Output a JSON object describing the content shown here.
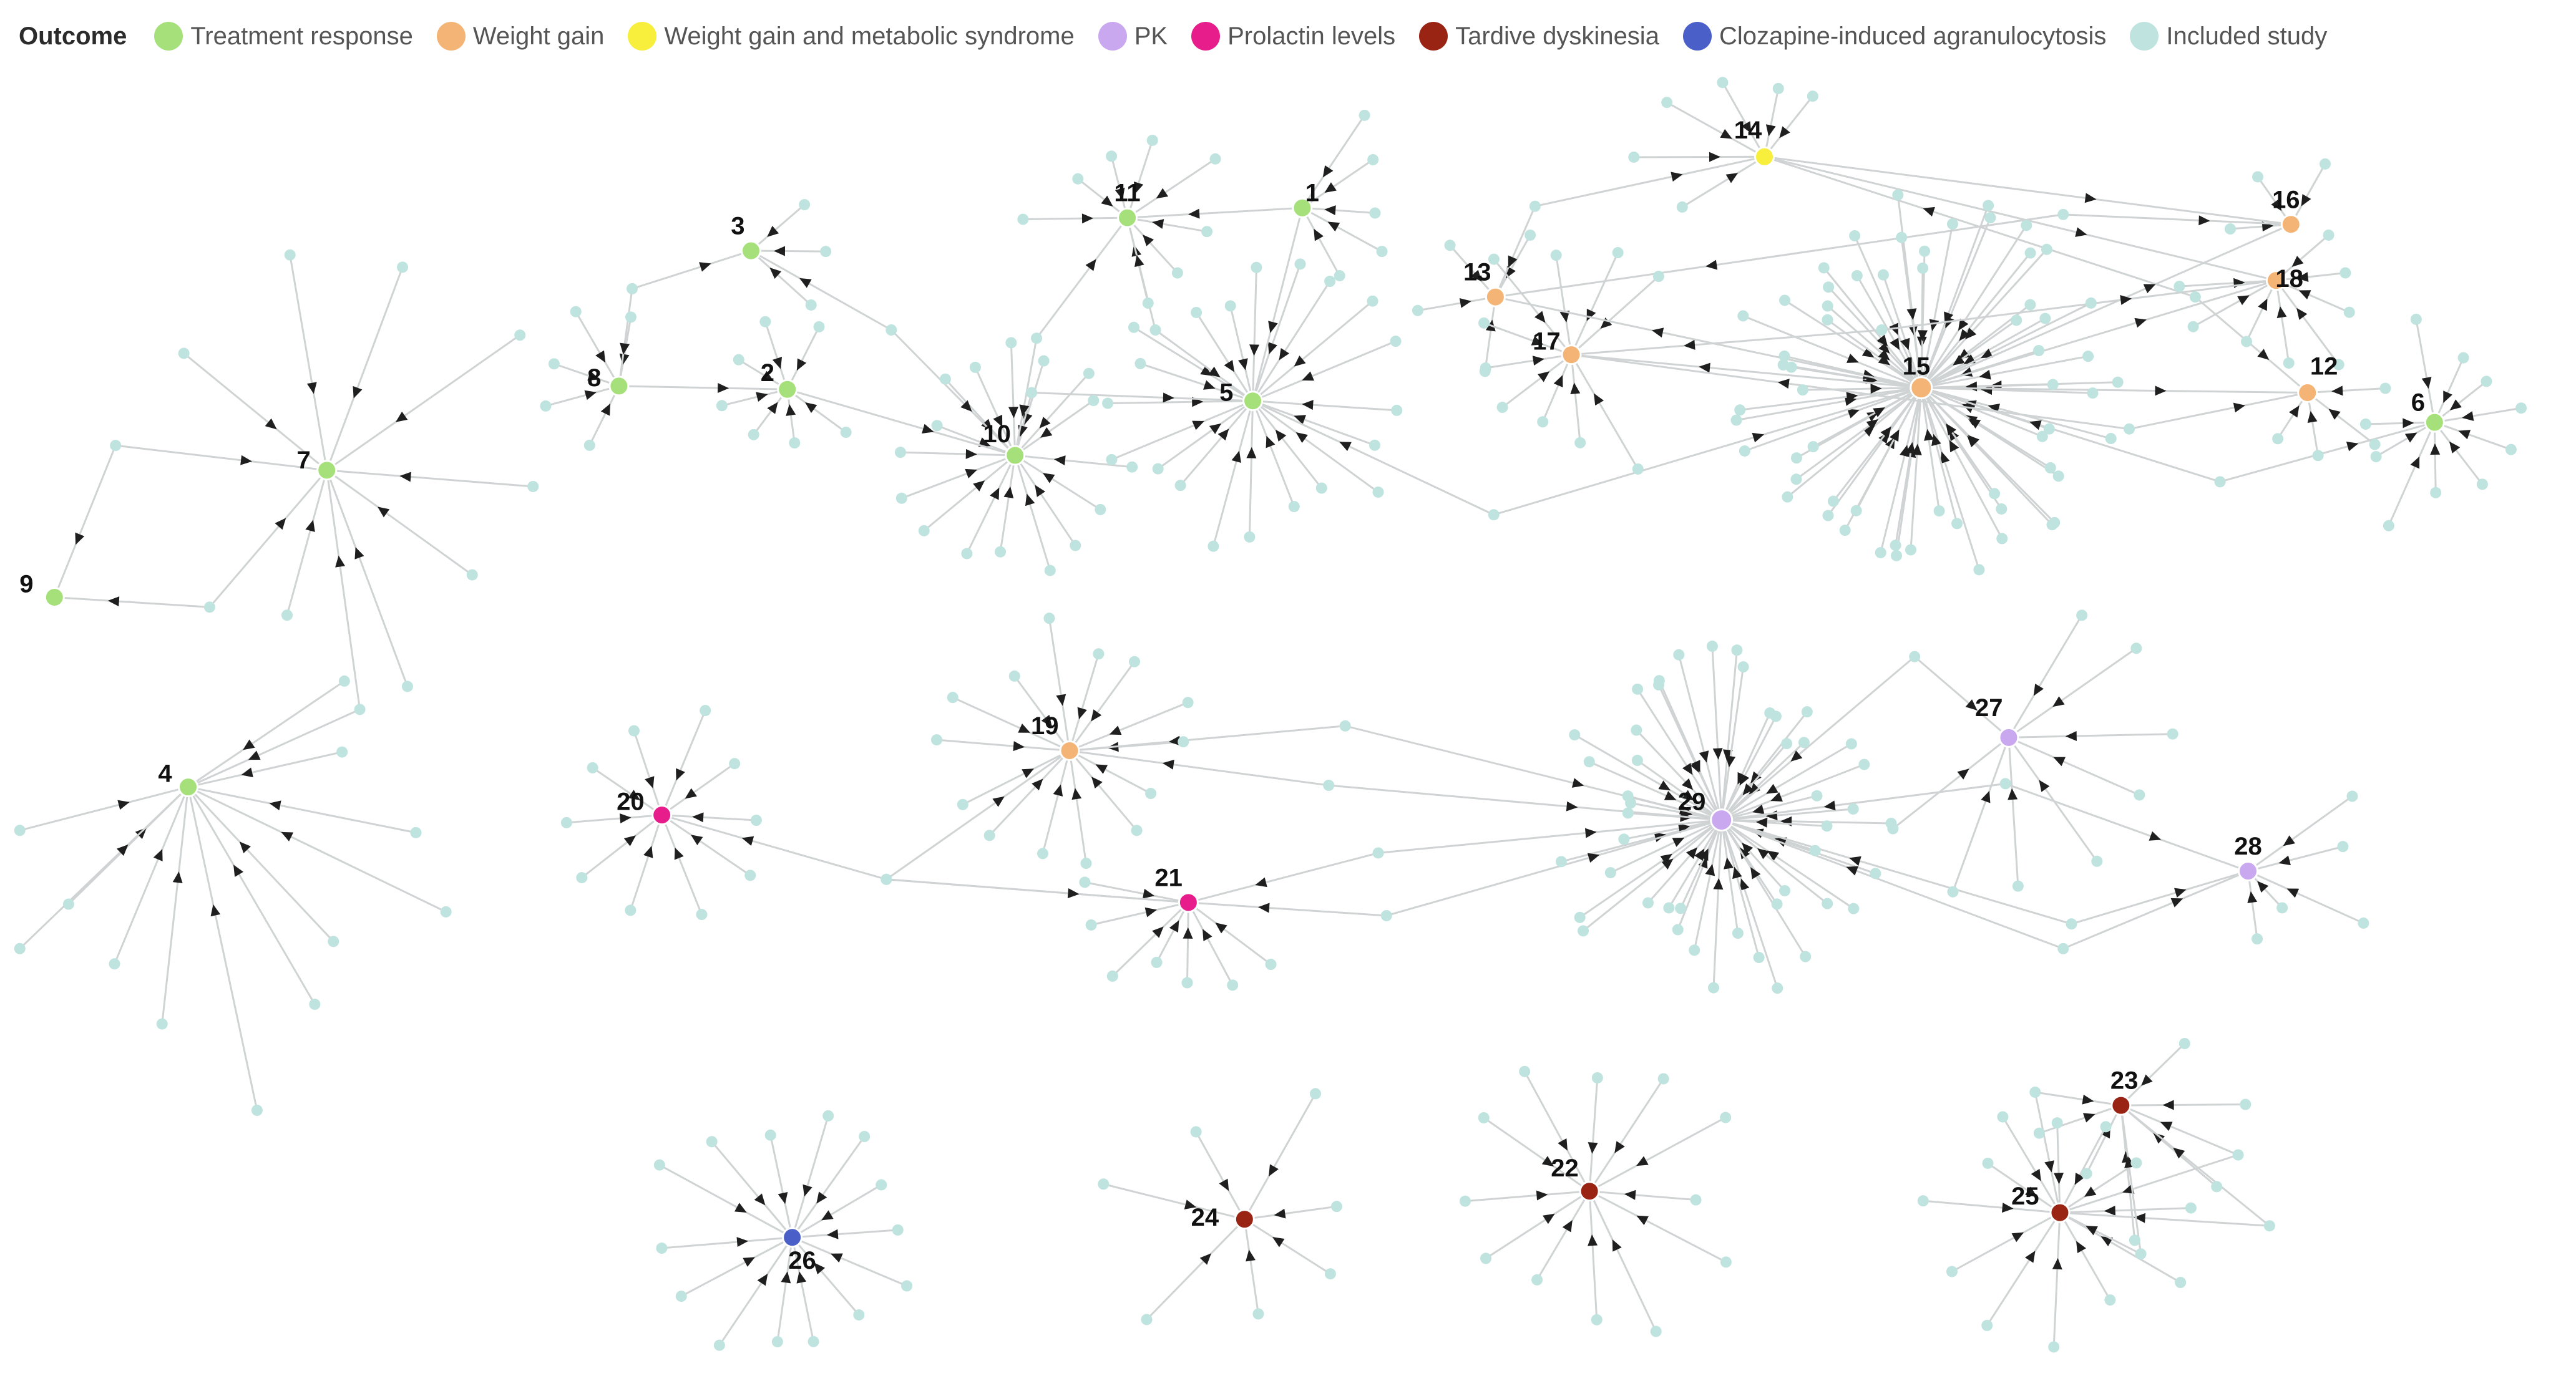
{
  "legend": {
    "title": "Outcome",
    "items": [
      {
        "key": "treatment",
        "label": "Treatment response",
        "color": "#a6e07a"
      },
      {
        "key": "weight",
        "label": "Weight gain",
        "color": "#f4b475"
      },
      {
        "key": "metabolic",
        "label": "Weight gain and metabolic syndrome",
        "color": "#f7ef3c"
      },
      {
        "key": "pk",
        "label": "PK",
        "color": "#c9a8f0"
      },
      {
        "key": "prolactin",
        "label": "Prolactin levels",
        "color": "#e81d8c"
      },
      {
        "key": "td",
        "label": "Tardive dyskinesia",
        "color": "#9a2414"
      },
      {
        "key": "agran",
        "label": "Clozapine-induced agranulocytosis",
        "color": "#4a5fc7"
      },
      {
        "key": "study",
        "label": "Included study",
        "color": "#bfe3df"
      }
    ]
  },
  "outcome_nodes": [
    {
      "id": "1",
      "type": "treatment"
    },
    {
      "id": "2",
      "type": "treatment"
    },
    {
      "id": "3",
      "type": "treatment"
    },
    {
      "id": "4",
      "type": "treatment"
    },
    {
      "id": "5",
      "type": "treatment"
    },
    {
      "id": "6",
      "type": "treatment"
    },
    {
      "id": "7",
      "type": "treatment"
    },
    {
      "id": "8",
      "type": "treatment"
    },
    {
      "id": "9",
      "type": "treatment"
    },
    {
      "id": "10",
      "type": "treatment"
    },
    {
      "id": "11",
      "type": "treatment"
    },
    {
      "id": "12",
      "type": "weight"
    },
    {
      "id": "13",
      "type": "weight"
    },
    {
      "id": "14",
      "type": "metabolic"
    },
    {
      "id": "15",
      "type": "weight"
    },
    {
      "id": "16",
      "type": "weight"
    },
    {
      "id": "17",
      "type": "weight"
    },
    {
      "id": "18",
      "type": "weight"
    },
    {
      "id": "19",
      "type": "weight"
    },
    {
      "id": "20",
      "type": "prolactin"
    },
    {
      "id": "21",
      "type": "prolactin"
    },
    {
      "id": "22",
      "type": "td"
    },
    {
      "id": "23",
      "type": "td"
    },
    {
      "id": "24",
      "type": "td"
    },
    {
      "id": "25",
      "type": "td"
    },
    {
      "id": "26",
      "type": "agran"
    },
    {
      "id": "27",
      "type": "pk"
    },
    {
      "id": "28",
      "type": "pk"
    },
    {
      "id": "29",
      "type": "pk"
    }
  ]
}
